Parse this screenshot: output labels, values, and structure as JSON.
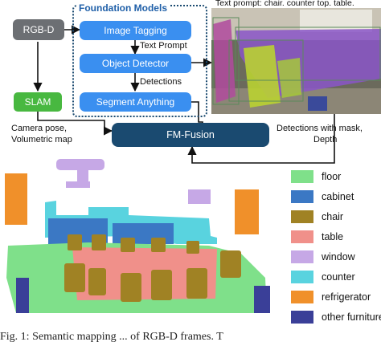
{
  "diagram": {
    "group_title": "Foundation Models",
    "nodes": {
      "rgbd": "RGB-D",
      "slam": "SLAM",
      "image_tagging": "Image Tagging",
      "object_detector": "Object Detector",
      "segment_anything": "Segment Anything",
      "fm_fusion": "FM-Fusion"
    },
    "edge_labels": {
      "text_prompt": "Text Prompt",
      "detections": "Detections",
      "camera_pose": "Camera pose,",
      "volumetric_map": "Volumetric map",
      "detections_mask": "Detections with mask,",
      "depth": "Depth"
    },
    "image_caption": "Text prompt: chair. counter top. table.",
    "colors": {
      "fm_node": "#3a8ff0",
      "rgbd_node": "#6c6f73",
      "slam_node": "#48b840",
      "fusion_node": "#1a4a70",
      "group_border": "#1a4a70"
    }
  },
  "legend": [
    {
      "label": "floor",
      "color": "#7fe08a"
    },
    {
      "label": "cabinet",
      "color": "#3b78c4"
    },
    {
      "label": "chair",
      "color": "#a08224"
    },
    {
      "label": "table",
      "color": "#f0908a"
    },
    {
      "label": "window",
      "color": "#c6a8e6"
    },
    {
      "label": "counter",
      "color": "#59d3df"
    },
    {
      "label": "refrigerator",
      "color": "#f0902a"
    },
    {
      "label": "other furniture",
      "color": "#3a3f98"
    }
  ],
  "caption": "Fig. 1: Semantic mapping ... of RGB-D frames. T"
}
